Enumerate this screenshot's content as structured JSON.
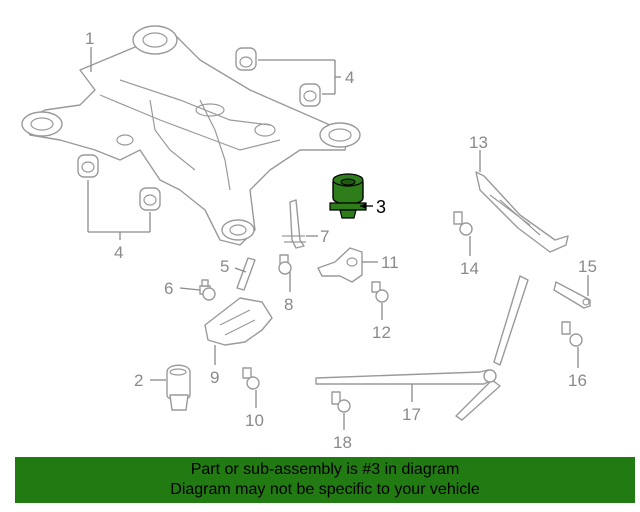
{
  "callouts": {
    "c1": "1",
    "c2": "2",
    "c3": "3",
    "c4a": "4",
    "c4b": "4",
    "c5": "5",
    "c6": "6",
    "c7": "7",
    "c8": "8",
    "c9": "9",
    "c10": "10",
    "c11": "11",
    "c12": "12",
    "c13": "13",
    "c14": "14",
    "c15": "15",
    "c16": "16",
    "c17": "17",
    "c18": "18"
  },
  "highlight": {
    "part_number": "3",
    "color": "#2e7d1a"
  },
  "banner": {
    "line1": "Part or sub-assembly is #3 in diagram",
    "line2": "Diagram may not be specific to your vehicle",
    "background": "#217a12"
  }
}
